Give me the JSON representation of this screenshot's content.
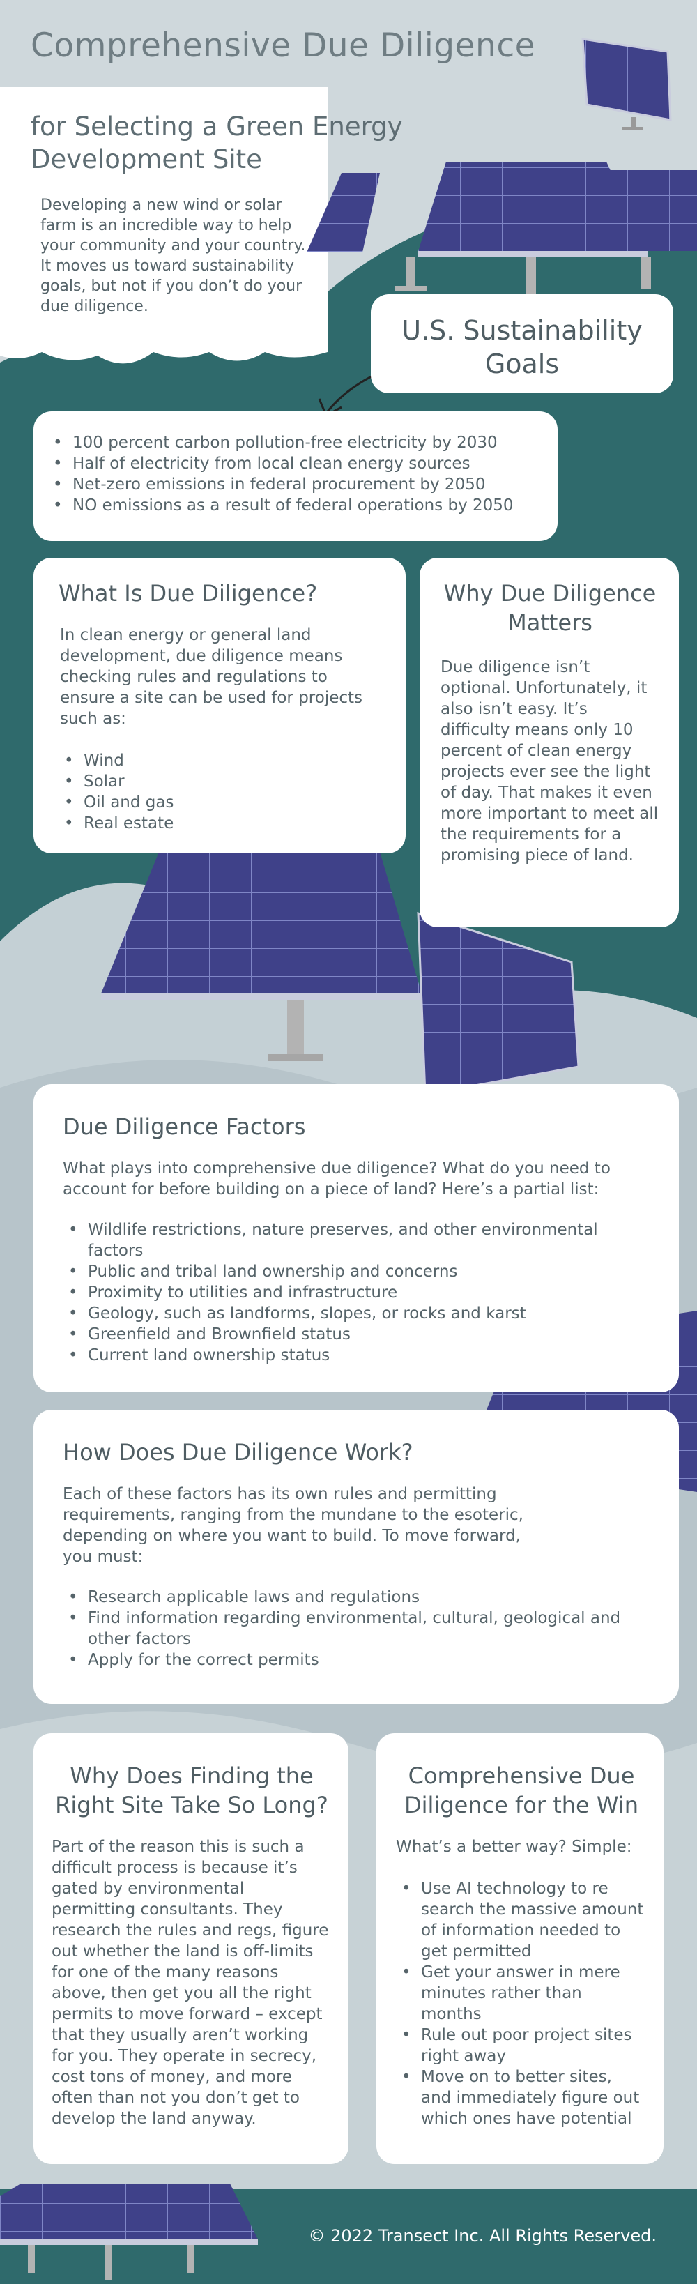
{
  "header": {
    "title": "Comprehensive Due Diligence",
    "subtitle": "for Selecting a Green Energy Development Site",
    "intro": "Developing a new wind or solar farm is an incredible way to help your community and your country. It moves us toward sustainability goals, but not if you don’t do your due diligence."
  },
  "goals": {
    "title": "U.S. Sustainability Goals",
    "items": [
      "100 percent carbon pollution-free electricity by 2030",
      "Half of electricity from local clean energy sources",
      "Net-zero emissions in federal procurement by 2050",
      "NO emissions as a result of federal operations by 2050"
    ]
  },
  "what_is": {
    "title": "What Is Due Diligence?",
    "body": "In clean energy or general land development, due diligence means checking rules and regulations to ensure a site can be used for projects such as:",
    "items": [
      "Wind",
      "Solar",
      "Oil and gas",
      "Real estate"
    ]
  },
  "why_matters": {
    "title": "Why Due Diligence Matters",
    "body": "Due diligence isn’t optional. Unfortunately, it also isn’t easy. It’s difficulty means only 10 percent of clean energy projects ever see the light of day. That makes it even more important to meet all the requirements for a promising piece of land."
  },
  "factors": {
    "title": "Due Diligence Factors",
    "body": "What plays into comprehensive due diligence? What do you need to account for before building on a piece of land? Here’s a partial list:",
    "items": [
      "Wildlife restrictions, nature preserves, and other environmental factors",
      "Public and tribal land ownership and concerns",
      "Proximity to utilities and infrastructure",
      "Geology, such as landforms, slopes, or rocks and karst",
      "Greenfield and Brownfield status",
      "Current land ownership status"
    ]
  },
  "how_works": {
    "title": "How Does Due Diligence Work?",
    "body": "Each of these factors has its own rules and permitting requirements, ranging from the mundane to the esoteric, depending on where you want to build. To move forward, you must:",
    "items": [
      "Research applicable laws and regulations",
      "Find information regarding environmental, cultural, geological and other factors",
      "Apply for the correct permits"
    ]
  },
  "why_long": {
    "title": "Why Does Finding the Right Site Take So Long?",
    "body": "Part of the reason this is such a difficult process is because it’s gated by environmental permitting consultants. They research the rules and regs, figure out whether the land is off-limits for one of the many reasons above, then get you all the right permits to move forward – except that they usually aren’t working for you. They operate in secrecy, cost tons of money, and more often than not you don’t get to develop the land anyway."
  },
  "win": {
    "title": "Comprehensive Due Diligence for the Win",
    "body": "What’s a better way? Simple:",
    "items": [
      "Use AI technology to re search the massive amount of information needed to get permitted",
      "Get your answer in mere minutes rather than months",
      "Rule out poor project sites right away",
      "Move on to better sites, and immediately figure out which ones have potential"
    ]
  },
  "footer": {
    "copyright": "© 2022 Transect Inc. All Rights Reserved."
  },
  "colors": {
    "teal": "#2f6a6c",
    "panel": "#3d3f85",
    "light_bg": "#cfd8dc",
    "mid_gray": "#b7c4ca"
  }
}
